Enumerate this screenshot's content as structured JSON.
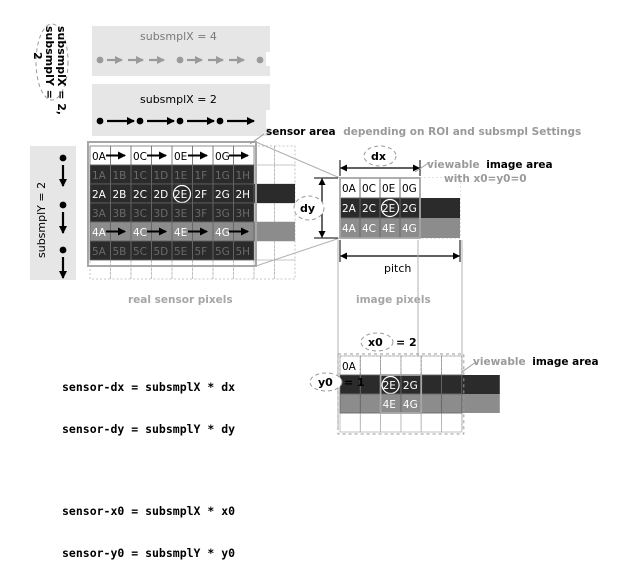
{
  "labels": {
    "subsmpl_x_4": "subsmplX = 4",
    "subsmpl_x_2": "subsmplX = 2",
    "subsmpl_y_2": "subsmplY = 2",
    "subsmpl_xy_line1": "subsmplX = 2,",
    "subsmpl_xy_line2": "subsmplY =",
    "subsmpl_xy_line3": "2",
    "sensor_area_bold": "sensor area",
    "sensor_area_rest": "depending on ROI and subsmpl Settings",
    "viewable_area_1_bold": "image area",
    "viewable_area_1_prefix": "viewable",
    "viewable_area_1_line2": "with x0=y0=0",
    "viewable_area_2_prefix": "viewable",
    "viewable_area_2_bold": "image area",
    "dx": "dx",
    "dy": "dy",
    "pitch": "pitch",
    "x0": "x0",
    "x0_value": "= 2",
    "y0": "y0",
    "y0_value": "= 1",
    "real_sensor_pixels": "real sensor pixels",
    "image_pixels": "image pixels"
  },
  "sensor_grid": {
    "rows": [
      [
        "0A",
        "",
        "0C",
        "",
        "0E",
        "",
        "0G",
        ""
      ],
      [
        "1A",
        "1B",
        "1C",
        "1D",
        "1E",
        "1F",
        "1G",
        "1H"
      ],
      [
        "2A",
        "2B",
        "2C",
        "2D",
        "2E",
        "2F",
        "2G",
        "2H"
      ],
      [
        "3A",
        "3B",
        "3C",
        "3D",
        "3E",
        "3F",
        "3G",
        "3H"
      ],
      [
        "4A",
        "",
        "4C",
        "",
        "4E",
        "",
        "4G",
        ""
      ],
      [
        "5A",
        "5B",
        "5C",
        "5D",
        "5E",
        "5F",
        "5G",
        "5H"
      ]
    ]
  },
  "image_grid_1": {
    "rows": [
      [
        "0A",
        "0C",
        "0E",
        "0G"
      ],
      [
        "2A",
        "2C",
        "2E",
        "2G"
      ],
      [
        "4A",
        "4C",
        "4E",
        "4G"
      ]
    ],
    "highlight": "2E"
  },
  "image_grid_2": {
    "rows": [
      [
        "0A",
        "",
        "",
        "",
        "",
        ""
      ],
      [
        "",
        "",
        "2E",
        "2G",
        "",
        ""
      ],
      [
        "",
        "",
        "4E",
        "4G",
        "",
        ""
      ]
    ],
    "highlight": "2E"
  },
  "formulas": [
    "sensor-dx = subsmplX * dx",
    "sensor-dy = subsmplY * dy",
    "sensor-x0 = subsmplX * x0",
    "sensor-y0 = subsmplY * y0"
  ],
  "colors": {
    "bar_gray": "#e6e6e6",
    "dark": "#2b2b2b",
    "mid": "#8c8c8c",
    "label_gray": "#999999",
    "outline_gray": "#a6a6a6"
  }
}
